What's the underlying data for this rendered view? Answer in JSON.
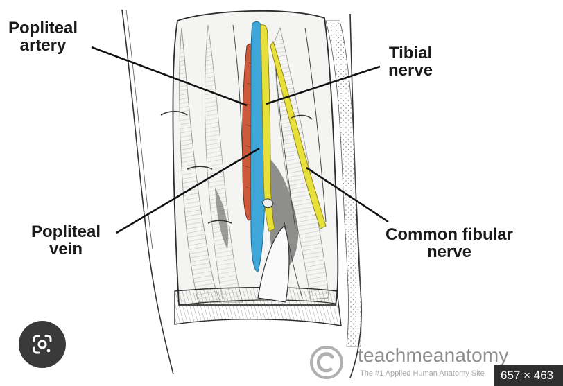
{
  "labels": {
    "popliteal_artery": [
      "Popliteal",
      "artery"
    ],
    "tibial_nerve": [
      "Tibial",
      "nerve"
    ],
    "popliteal_vein": [
      "Popliteal",
      "vein"
    ],
    "common_fibular_nerve": [
      "Common fibular",
      "nerve"
    ]
  },
  "watermark": {
    "brand": "teachmeanatomy",
    "tagline": "The #1 Applied Human Anatomy Site"
  },
  "image_dimensions": "657 × 463",
  "colors": {
    "artery": "#cc5a3a",
    "vein": "#3ea6d9",
    "nerve": "#e8e03a",
    "lens_button": "#3a3a3a",
    "dimension_badge": "#2f2f2f",
    "watermark_text": "#8d8d8d"
  },
  "icons": {
    "lens": "google-lens-icon",
    "watermark_logo": "teachmeanatomy-logo-icon"
  }
}
